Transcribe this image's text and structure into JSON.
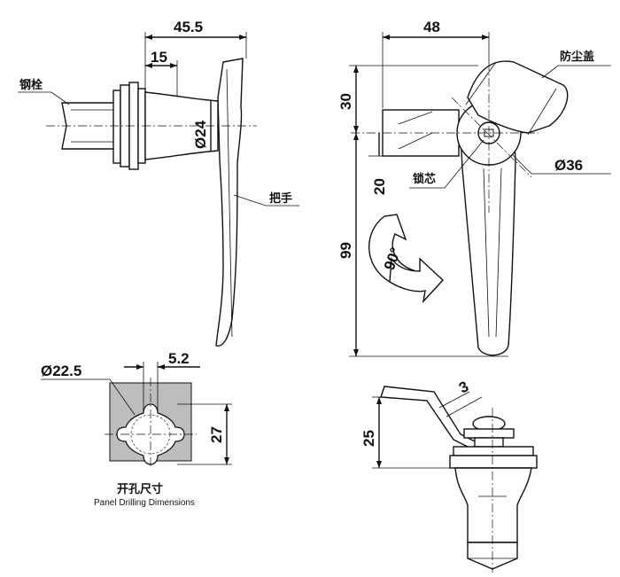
{
  "side_view": {
    "dim_overall_width": "45.5",
    "dim_shank": "15",
    "dim_diameter": "Ø24",
    "label_bolt": "钢栓",
    "label_handle": "把手"
  },
  "front_view": {
    "dim_width": "48",
    "dim_top": "30",
    "dim_lower": "20",
    "dim_length": "99",
    "dim_diameter": "Ø36",
    "rotation": "90°",
    "label_dust_cover": "防尘盖",
    "label_lock_core": "锁芯"
  },
  "panel_cutout": {
    "dim_diameter": "Ø22.5",
    "dim_offset": "5.2",
    "dim_height": "27",
    "title_cn": "开孔尺寸",
    "title_en": "Panel Drilling Dimensions"
  },
  "bottom_view": {
    "dim_height": "25",
    "dim_thickness": "3"
  },
  "colors": {
    "line": "#111111",
    "cutout_fill": "#bdbdbd",
    "background": "#ffffff"
  }
}
